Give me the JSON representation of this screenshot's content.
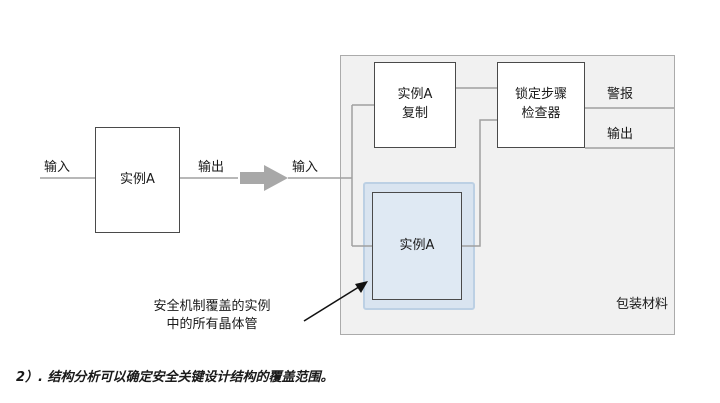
{
  "left_diagram": {
    "input_label": "输入",
    "instance_box_label": "实例A",
    "output_label": "输出"
  },
  "right_diagram": {
    "input_label": "输入",
    "copy_box_label": "实例A\n复制",
    "checker_box_label": "锁定步骤\n检查器",
    "instance_box_label": "实例A",
    "alarm_label": "警报",
    "output_label": "输出",
    "wrapper_label": "包装材料"
  },
  "annotation_text": "安全机制覆盖的实例\n中的所有晶体管",
  "caption": "2）. 结构分析可以确定安全关键设计结构的覆盖范围。",
  "icons": {
    "transform_arrow": "block-arrow-right",
    "annotation_arrow": "arrow-up-right"
  },
  "colors": {
    "container_fill": "#f1f1f1",
    "container_border": "#ababab",
    "box_border": "#4a4a4a",
    "wire": "#a0a0a0",
    "highlight_fill": "#d9e4f0",
    "highlight_border": "#bcd0e4",
    "block_arrow": "#a8a8a8",
    "text": "#1a1a1a"
  }
}
